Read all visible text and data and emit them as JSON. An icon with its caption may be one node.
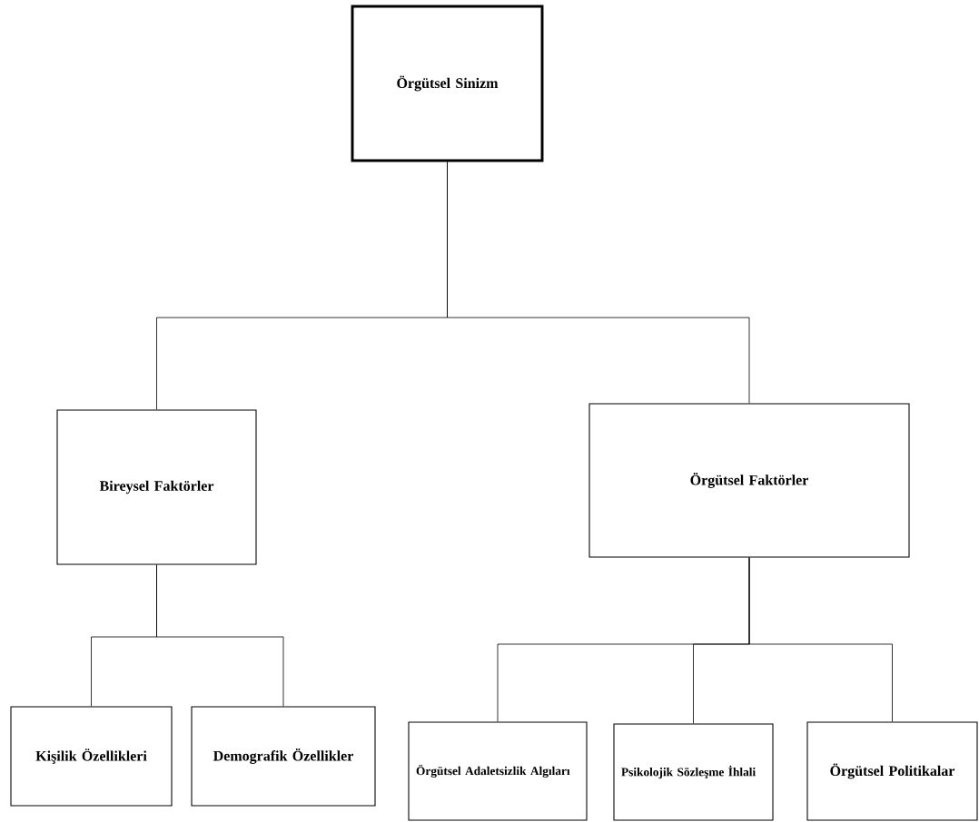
{
  "diagram": {
    "nodes": [
      {
        "text": [
          "Örgütsel Sinizm"
        ]
      },
      {
        "text": [
          "Bireysel Faktörler"
        ]
      },
      {
        "text": [
          "Örgütsel Faktörler"
        ]
      },
      {
        "text": [
          "Kişilik Özellikleri"
        ]
      },
      {
        "text": [
          "Demografik Özellikler"
        ]
      },
      {
        "text": [
          "Örgütsel Adaletsizlik Algıları"
        ]
      },
      {
        "text": [
          "Psikolojik Sözleşme İhlali"
        ]
      },
      {
        "text": [
          "Örgütsel Politikalar"
        ]
      }
    ],
    "edges": [
      {
        "from": 0,
        "to": 1,
        "arrow": "none"
      },
      {
        "from": 0,
        "to": 2,
        "arrow": "none"
      },
      {
        "from": 1,
        "to": 3,
        "arrow": "none"
      },
      {
        "from": 1,
        "to": 4,
        "arrow": "none"
      },
      {
        "from": 2,
        "to": 5,
        "arrow": "none"
      },
      {
        "from": 2,
        "to": 6,
        "arrow": "none"
      },
      {
        "from": 2,
        "to": 7,
        "arrow": "none"
      }
    ]
  }
}
